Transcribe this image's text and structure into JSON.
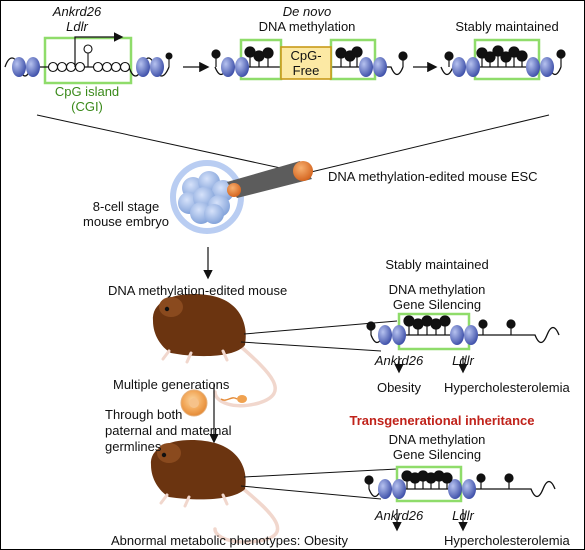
{
  "colors": {
    "cgi_box": "#8fdc6a",
    "cgi_label": "#3a8a1a",
    "nucleosome": "#4a5bb0",
    "cpg_free_fill": "#fce9a4",
    "cpg_free_border": "#c89a1a",
    "heading_red": "#c0221a",
    "mouse_brown": "#6b3410",
    "mouse_tail": "#f1d7cd",
    "esc_orange": "#e2762a",
    "embryo_blue": "#9bb6e4"
  },
  "top": {
    "gene1": "Ankrd26",
    "gene2": "Ldlr",
    "cgi_line1": "CpG island",
    "cgi_line2": "(CGI)",
    "denovo_line1": "De novo",
    "denovo_line2": "DNA methylation",
    "cpg_free_line1": "CpG-",
    "cpg_free_line2": "Free",
    "stably_maintained": "Stably maintained"
  },
  "middle": {
    "esc_label": "DNA methylation-edited mouse ESC",
    "embryo_line1": "8-cell stage",
    "embryo_line2": "mouse embryo",
    "edited_mouse": "DNA methylation-edited mouse"
  },
  "right1": {
    "stably_maintained": "Stably maintained",
    "dna_methylation": "DNA methylation",
    "gene_silencing": "Gene Silencing",
    "gene1": "Ankrd26",
    "gene2": "Ldlr",
    "pheno1": "Obesity",
    "pheno2": "Hypercholesterolemia"
  },
  "left2": {
    "multiple_generations": "Multiple generations",
    "through_line1": "Through both",
    "through_line2": "paternal and maternal",
    "through_line3": "germlines"
  },
  "right2": {
    "transgenerational": "Transgenerational inheritance",
    "dna_methylation": "DNA methylation",
    "gene_silencing": "Gene Silencing",
    "gene1": "Ankrd26",
    "gene2": "Ldlr"
  },
  "bottom": {
    "caption": "Abnormal metabolic phenotypes: Obesity",
    "pheno2": "Hypercholesterolemia"
  }
}
